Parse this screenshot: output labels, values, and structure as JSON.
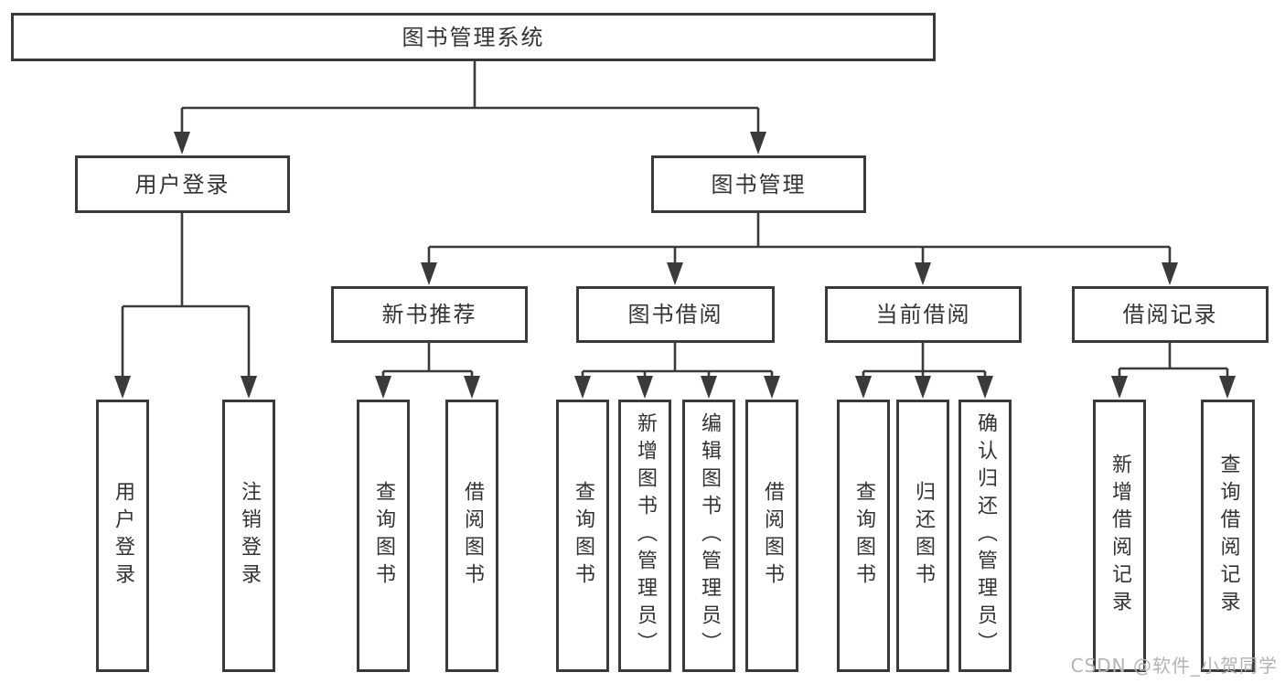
{
  "tree": {
    "label": "图书管理系统",
    "children": [
      {
        "label": "用户登录",
        "children": [
          {
            "label": "用户登录"
          },
          {
            "label": "注销登录"
          }
        ]
      },
      {
        "label": "图书管理",
        "children": [
          {
            "label": "新书推荐",
            "children": [
              {
                "label": "查询图书"
              },
              {
                "label": "借阅图书"
              }
            ]
          },
          {
            "label": "图书借阅",
            "children": [
              {
                "label": "查询图书"
              },
              {
                "label": "新增图书（管理员）"
              },
              {
                "label": "编辑图书（管理员）"
              },
              {
                "label": "借阅图书"
              }
            ]
          },
          {
            "label": "当前借阅",
            "children": [
              {
                "label": "查询图书"
              },
              {
                "label": "归还图书"
              },
              {
                "label": "确认归还（管理员）"
              }
            ]
          },
          {
            "label": "借阅记录",
            "children": [
              {
                "label": "新增借阅记录"
              },
              {
                "label": "查询借阅记录"
              }
            ]
          }
        ]
      }
    ]
  },
  "watermark": {
    "text": "CSDN @软件_小贺同学"
  },
  "colors": {
    "line": "#3a3a3a",
    "text": "#333333",
    "watermark": "#b3b3b8",
    "background": "#ffffff"
  }
}
